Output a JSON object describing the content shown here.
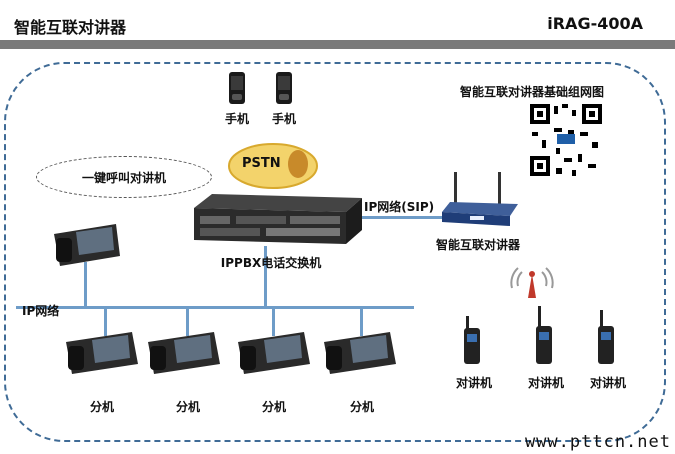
{
  "header": {
    "title_left": "智能互联对讲器",
    "title_right": "iRAG-400A"
  },
  "nodes": {
    "mobile1": "手机",
    "mobile2": "手机",
    "pstn": "PSTN",
    "qr_title": "智能互联对讲器基础组网图",
    "bubble": "一键呼叫对讲机",
    "ip_sip": "IP网络(SIP)",
    "intercom": "智能互联对讲器",
    "ippbx": "IPPBX电话交换机",
    "ip_net": "IP网络",
    "ext1": "分机",
    "ext2": "分机",
    "ext3": "分机",
    "ext4": "分机",
    "radio1": "对讲机",
    "radio2": "对讲机",
    "radio3": "对讲机"
  },
  "footer": "www.pttcn.net",
  "colors": {
    "frame": "#3f6b96",
    "lines": "#6e9cc8",
    "header_bar": "#7a7a7a",
    "pstn_cloud": "#f3d36b"
  }
}
